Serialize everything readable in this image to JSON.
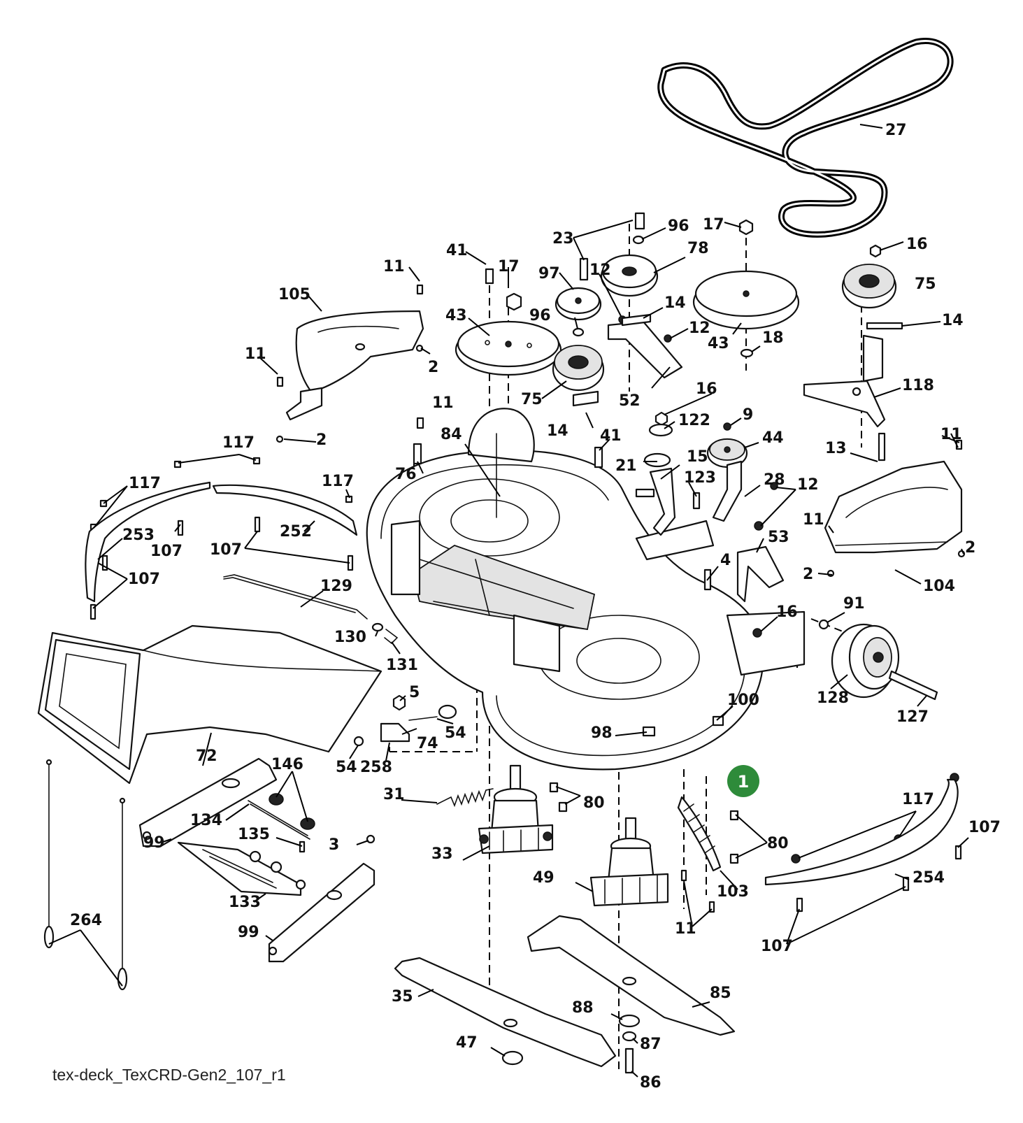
{
  "caption": "tex-deck_TexCRD-Gen2_107_r1",
  "badge": {
    "label": "1",
    "color": "#2e8b3a"
  },
  "callouts": [
    {
      "id": "c27",
      "text": "27"
    },
    {
      "id": "c23",
      "text": "23"
    },
    {
      "id": "c96a",
      "text": "96"
    },
    {
      "id": "c78",
      "text": "78"
    },
    {
      "id": "c17a",
      "text": "17"
    },
    {
      "id": "c16a",
      "text": "16"
    },
    {
      "id": "c41a",
      "text": "41"
    },
    {
      "id": "c17b",
      "text": "17"
    },
    {
      "id": "c97",
      "text": "97"
    },
    {
      "id": "c12a",
      "text": "12"
    },
    {
      "id": "c75a",
      "text": "75"
    },
    {
      "id": "c11a",
      "text": "11"
    },
    {
      "id": "c105",
      "text": "105"
    },
    {
      "id": "c43a",
      "text": "43"
    },
    {
      "id": "c96b",
      "text": "96"
    },
    {
      "id": "c14a",
      "text": "14"
    },
    {
      "id": "c12b",
      "text": "12"
    },
    {
      "id": "c43b",
      "text": "43"
    },
    {
      "id": "c18",
      "text": "18"
    },
    {
      "id": "c14b",
      "text": "14"
    },
    {
      "id": "c11b",
      "text": "11"
    },
    {
      "id": "c2a",
      "text": "2"
    },
    {
      "id": "c75b",
      "text": "75"
    },
    {
      "id": "c52",
      "text": "52"
    },
    {
      "id": "c16b",
      "text": "16"
    },
    {
      "id": "c118",
      "text": "118"
    },
    {
      "id": "c11c",
      "text": "11"
    },
    {
      "id": "c9",
      "text": "9"
    },
    {
      "id": "c122",
      "text": "122"
    },
    {
      "id": "c14c",
      "text": "14"
    },
    {
      "id": "c2b",
      "text": "2"
    },
    {
      "id": "c84",
      "text": "84"
    },
    {
      "id": "c41b",
      "text": "41"
    },
    {
      "id": "c44",
      "text": "44"
    },
    {
      "id": "c117a",
      "text": "117"
    },
    {
      "id": "c13",
      "text": "13"
    },
    {
      "id": "c11d",
      "text": "11"
    },
    {
      "id": "c15",
      "text": "15"
    },
    {
      "id": "c21",
      "text": "21"
    },
    {
      "id": "c76",
      "text": "76"
    },
    {
      "id": "c117b",
      "text": "117"
    },
    {
      "id": "c117c",
      "text": "117"
    },
    {
      "id": "c123",
      "text": "123"
    },
    {
      "id": "c28",
      "text": "28"
    },
    {
      "id": "c12c",
      "text": "12"
    },
    {
      "id": "c11e",
      "text": "11"
    },
    {
      "id": "c253",
      "text": "253"
    },
    {
      "id": "c252",
      "text": "252"
    },
    {
      "id": "c107a",
      "text": "107"
    },
    {
      "id": "c53",
      "text": "53"
    },
    {
      "id": "c2c",
      "text": "2"
    },
    {
      "id": "c107b",
      "text": "107"
    },
    {
      "id": "c4",
      "text": "4"
    },
    {
      "id": "c2d",
      "text": "2"
    },
    {
      "id": "c104",
      "text": "104"
    },
    {
      "id": "c107c",
      "text": "107"
    },
    {
      "id": "c129",
      "text": "129"
    },
    {
      "id": "c91",
      "text": "91"
    },
    {
      "id": "c16c",
      "text": "16"
    },
    {
      "id": "c130",
      "text": "130"
    },
    {
      "id": "c131",
      "text": "131"
    },
    {
      "id": "c128",
      "text": "128"
    },
    {
      "id": "c100",
      "text": "100"
    },
    {
      "id": "c127",
      "text": "127"
    },
    {
      "id": "c5",
      "text": "5"
    },
    {
      "id": "c54a",
      "text": "54"
    },
    {
      "id": "c74",
      "text": "74"
    },
    {
      "id": "c98",
      "text": "98"
    },
    {
      "id": "c72",
      "text": "72"
    },
    {
      "id": "c54b",
      "text": "54"
    },
    {
      "id": "c258",
      "text": "258"
    },
    {
      "id": "c146",
      "text": "146"
    },
    {
      "id": "c31",
      "text": "31"
    },
    {
      "id": "c80a",
      "text": "80"
    },
    {
      "id": "c117d",
      "text": "117"
    },
    {
      "id": "c134",
      "text": "134"
    },
    {
      "id": "c107d",
      "text": "107"
    },
    {
      "id": "c135",
      "text": "135"
    },
    {
      "id": "c80b",
      "text": "80"
    },
    {
      "id": "c99a",
      "text": "99"
    },
    {
      "id": "c3",
      "text": "3"
    },
    {
      "id": "c33",
      "text": "33"
    },
    {
      "id": "c254",
      "text": "254"
    },
    {
      "id": "c49",
      "text": "49"
    },
    {
      "id": "c103",
      "text": "103"
    },
    {
      "id": "c133",
      "text": "133"
    },
    {
      "id": "c264",
      "text": "264"
    },
    {
      "id": "c11f",
      "text": "11"
    },
    {
      "id": "c107e",
      "text": "107"
    },
    {
      "id": "c99b",
      "text": "99"
    },
    {
      "id": "c85",
      "text": "85"
    },
    {
      "id": "c35",
      "text": "35"
    },
    {
      "id": "c88",
      "text": "88"
    },
    {
      "id": "c47",
      "text": "47"
    },
    {
      "id": "c87",
      "text": "87"
    },
    {
      "id": "c86",
      "text": "86"
    }
  ]
}
